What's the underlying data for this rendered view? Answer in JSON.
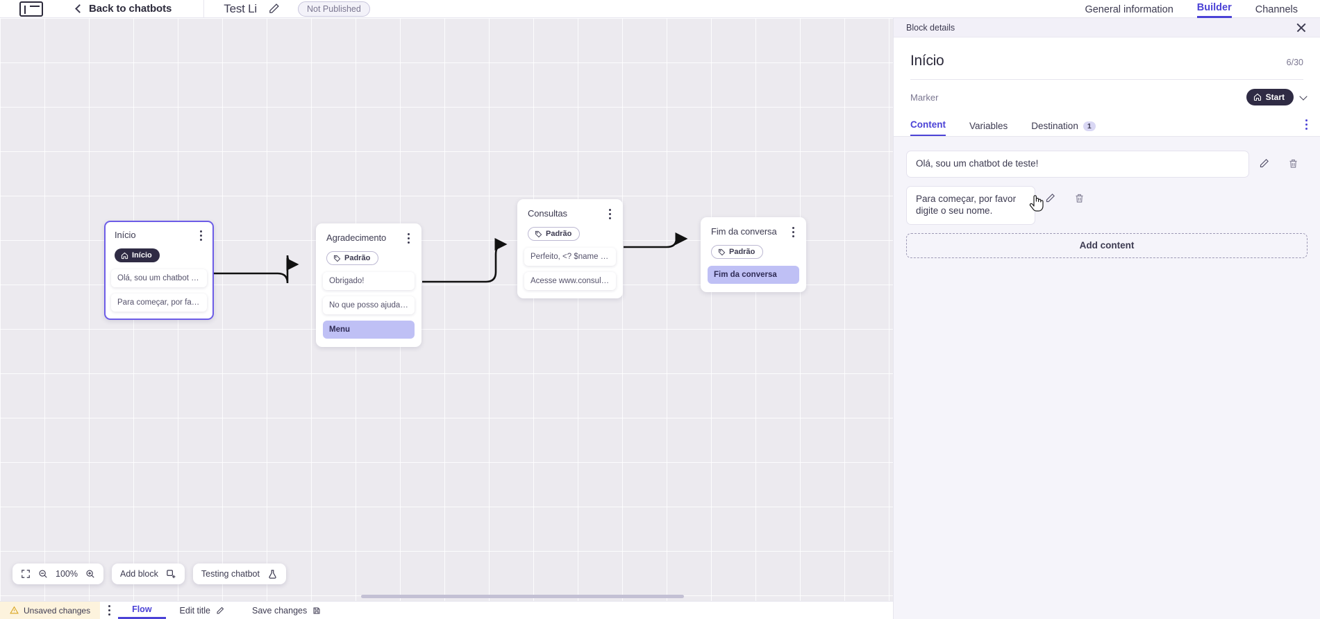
{
  "topbar": {
    "logo_name": "app-logo",
    "back_label": "Back to chatbots",
    "bot_name": "Test Li",
    "status_badge": "Not Published",
    "tabs": [
      {
        "label": "General information",
        "active": false
      },
      {
        "label": "Builder",
        "active": true
      },
      {
        "label": "Channels",
        "active": false
      }
    ]
  },
  "canvas": {
    "zoom_level": "100%",
    "add_block_label": "Add block",
    "testing_label": "Testing chatbot",
    "blocks": [
      {
        "title": "Início",
        "tag": "Início",
        "tag_type": "start",
        "selected": true,
        "rows": [
          {
            "text": "Olá, sou um chatbot de teste!",
            "highlight": false
          },
          {
            "text": "Para começar, por favor digite o ...",
            "highlight": false
          }
        ]
      },
      {
        "title": "Agradecimento",
        "tag": "Padrão",
        "tag_type": "default",
        "selected": false,
        "rows": [
          {
            "text": "Obrigado!",
            "highlight": false
          },
          {
            "text": "No que posso ajudar, <? $name ...",
            "highlight": false
          },
          {
            "text": "Menu",
            "highlight": true
          }
        ]
      },
      {
        "title": "Consultas",
        "tag": "Padrão",
        "tag_type": "default",
        "selected": false,
        "rows": [
          {
            "text": "Perfeito, <? $name ?>!",
            "highlight": false
          },
          {
            "text": "Acesse www.consultas.com par...",
            "highlight": false
          }
        ]
      },
      {
        "title": "Fim da conversa",
        "tag": "Padrão",
        "tag_type": "default",
        "selected": false,
        "rows": [
          {
            "text": "Fim da conversa",
            "highlight": true
          }
        ]
      }
    ]
  },
  "statusbar": {
    "unsaved_label": "Unsaved changes",
    "tabs": [
      {
        "label": "Flow",
        "active": true
      },
      {
        "label": "Edit title",
        "active": false
      },
      {
        "label": "Save changes",
        "active": false
      }
    ]
  },
  "panel": {
    "header_title": "Block details",
    "block_name": "Início",
    "char_count": "6/30",
    "marker_label": "Marker",
    "marker_value": "Start",
    "tabs": [
      {
        "label": "Content",
        "active": true,
        "badge": ""
      },
      {
        "label": "Variables",
        "active": false,
        "badge": ""
      },
      {
        "label": "Destination",
        "active": false,
        "badge": "1"
      }
    ],
    "content_items": [
      {
        "text": "Olá, sou um chatbot de teste!"
      },
      {
        "text": "Para começar, por favor digite o seu nome."
      }
    ],
    "add_content_label": "Add content"
  },
  "colors": {
    "accent": "#4b42d6",
    "selected_border": "#6c5ce7",
    "highlight_row": "#bfc0f5",
    "dark_chip": "#2f2b44",
    "warning_bg": "#fdf3dd",
    "canvas_bg": "#eceaef"
  }
}
